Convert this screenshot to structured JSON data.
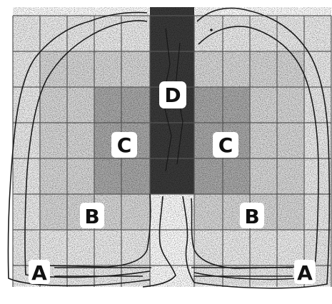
{
  "figure": {
    "zone_labels": {
      "a_left": "A",
      "a_right": "A",
      "b_left": "B",
      "b_right": "B",
      "c_left": "C",
      "c_right": "C",
      "d_center": "D"
    },
    "colors": {
      "background": "#ffffff",
      "grid_line": "#555555",
      "outline": "#1a1a1a",
      "zone_a": "#eeeeee",
      "zone_b": "#d9d9d9",
      "zone_c": "#a9a9a9",
      "zone_d": "#3a3a3a",
      "label_box": "#ffffff",
      "label_text": "#111111"
    }
  }
}
